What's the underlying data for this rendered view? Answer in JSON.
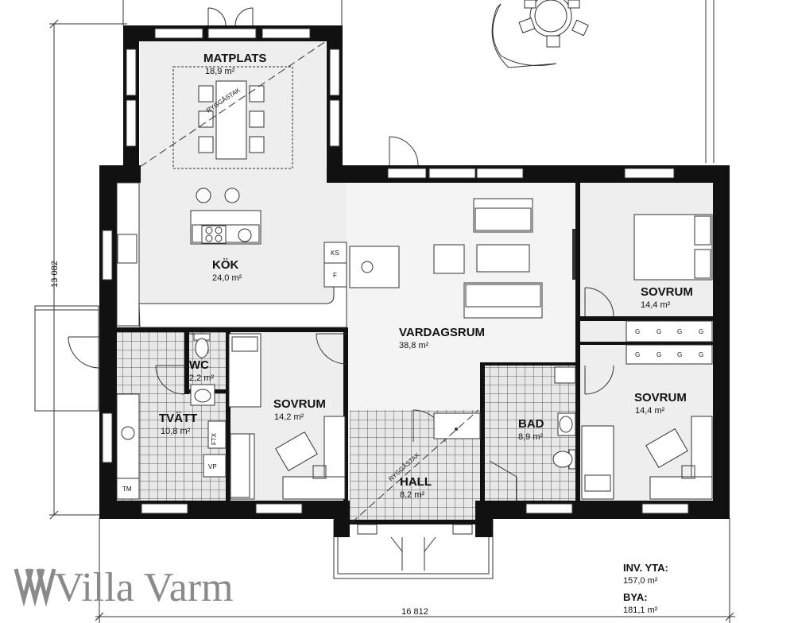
{
  "rooms": {
    "matplats": {
      "name": "MATPLATS",
      "area": "18,9 m²"
    },
    "kok": {
      "name": "KÖK",
      "area": "24,0 m²"
    },
    "vardagsrum": {
      "name": "VARDAGSRUM",
      "area": "38,8 m²"
    },
    "sovrum_top_right": {
      "name": "SOVRUM",
      "area": "14,4 m²"
    },
    "sovrum_right": {
      "name": "SOVRUM",
      "area": "14,4 m²"
    },
    "sovrum_middle": {
      "name": "SOVRUM",
      "area": "14,2 m²"
    },
    "wc": {
      "name": "WC",
      "area": "2,2 m²"
    },
    "tvatt": {
      "name": "TVÄTT",
      "area": "10,8 m²"
    },
    "bad": {
      "name": "BAD",
      "area": "8,9 m²"
    },
    "hall": {
      "name": "HALL",
      "area": "8,2 m²"
    }
  },
  "labels": {
    "ryggastak": "RYGGÅSTAK",
    "ks": "KS",
    "f": "F",
    "ftx": "FTX",
    "vp": "VP",
    "tm": "TM",
    "g": "G"
  },
  "dimensions": {
    "height": "13 082",
    "width": "16 812"
  },
  "summary": {
    "inv_label": "INV. YTA:",
    "inv_value": "157,0 m²",
    "bya_label": "BYA:",
    "bya_value": "181,1 m²"
  },
  "logo": {
    "text": "Villa Varm"
  }
}
